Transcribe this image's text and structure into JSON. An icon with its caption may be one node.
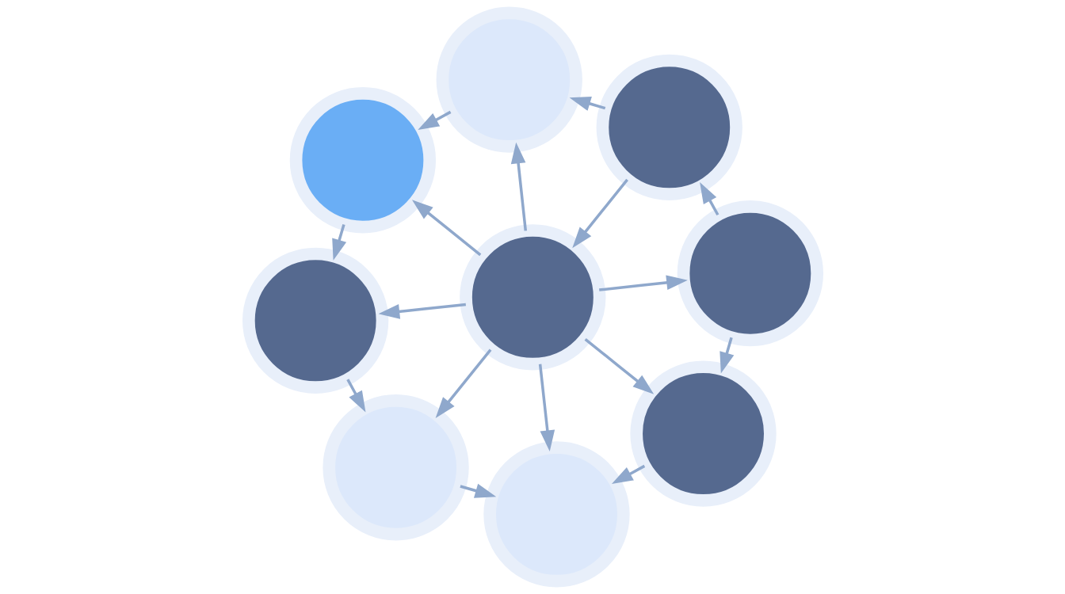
{
  "diagram": {
    "nodes": [
      {
        "text": [],
        "shape": "cloud"
      },
      {
        "text": [],
        "shape": "document"
      },
      {
        "text": [],
        "shape": "server"
      },
      {
        "text": [],
        "shape": "server"
      },
      {
        "text": [],
        "shape": "server"
      },
      {
        "text": [],
        "shape": "document"
      },
      {
        "text": [],
        "shape": "server"
      },
      {
        "text": [],
        "shape": "server"
      },
      {
        "text": [],
        "shape": "document"
      }
    ],
    "edges": [
      {
        "from": 1,
        "to": 0,
        "arrow": "to"
      },
      {
        "from": 0,
        "to": 2,
        "arrow": "to"
      },
      {
        "from": 4,
        "to": 0,
        "arrow": "to"
      },
      {
        "from": 4,
        "to": 1,
        "arrow": "to"
      },
      {
        "from": 4,
        "to": 2,
        "arrow": "to"
      },
      {
        "from": 3,
        "to": 1,
        "arrow": "to"
      },
      {
        "from": 2,
        "to": 5,
        "arrow": "to"
      },
      {
        "from": 3,
        "to": 4,
        "arrow": "to"
      },
      {
        "from": 4,
        "to": 5,
        "arrow": "to"
      },
      {
        "from": 6,
        "to": 3,
        "arrow": "to"
      },
      {
        "from": 4,
        "to": 6,
        "arrow": "to"
      },
      {
        "from": 4,
        "to": 7,
        "arrow": "to"
      },
      {
        "from": 4,
        "to": 8,
        "arrow": "to"
      },
      {
        "from": 5,
        "to": 8,
        "arrow": "to"
      },
      {
        "from": 6,
        "to": 7,
        "arrow": "to"
      },
      {
        "from": 7,
        "to": 8,
        "arrow": "to"
      }
    ]
  }
}
